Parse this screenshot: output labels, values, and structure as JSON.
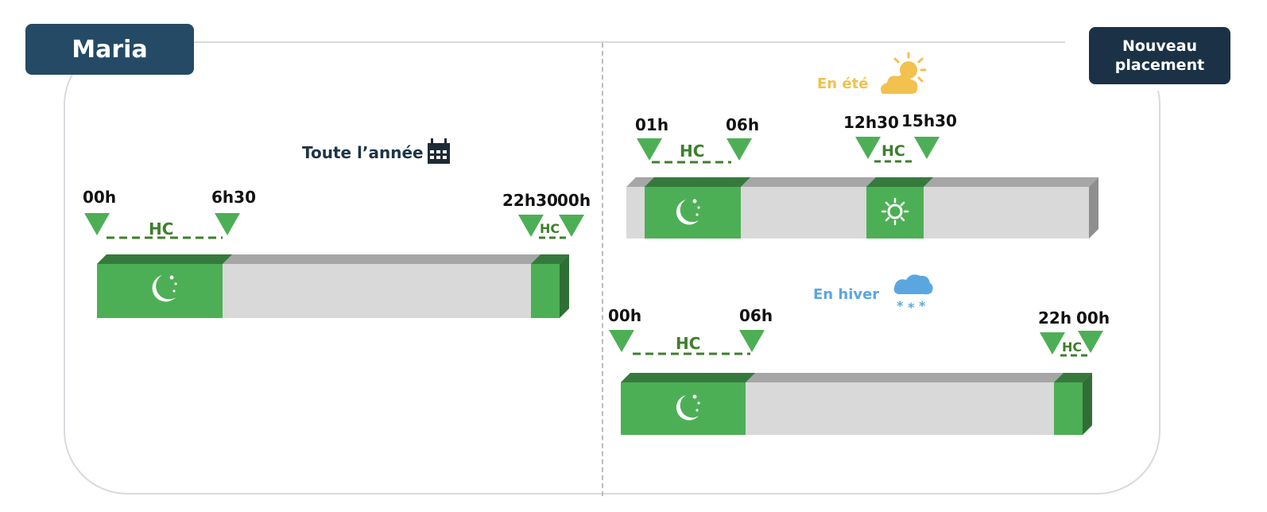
{
  "header": {
    "name_label": "Maria",
    "new_placement_label": "Nouveau placement"
  },
  "left": {
    "title": "Toute l’année",
    "markers": [
      "00h",
      "6h30",
      "22h30",
      "00h"
    ],
    "hc_labels": [
      "HC",
      "HC"
    ]
  },
  "right": {
    "summer": {
      "title": "En été",
      "markers": [
        "01h",
        "06h",
        "12h30",
        "15h30"
      ],
      "hc_labels": [
        "HC",
        "HC"
      ]
    },
    "winter": {
      "title": "En hiver",
      "markers": [
        "00h",
        "06h",
        "22h",
        "00h"
      ],
      "hc_labels": [
        "HC",
        "HC"
      ]
    }
  },
  "colors": {
    "green": "#4caf55",
    "green_dark": "#357a3c",
    "grey_bar": "#d9d9d9",
    "grey_top": "#a6a6a6",
    "navy": "#244a66",
    "navy_dark": "#1b3246",
    "summer_title": "#f2c14e",
    "winter_title": "#5aa7e0",
    "hc_text": "#3e7f2d"
  },
  "icons": [
    "calendar-icon",
    "sun-cloud-icon",
    "snow-cloud-icon",
    "moon-stars-icon",
    "sun-icon"
  ]
}
